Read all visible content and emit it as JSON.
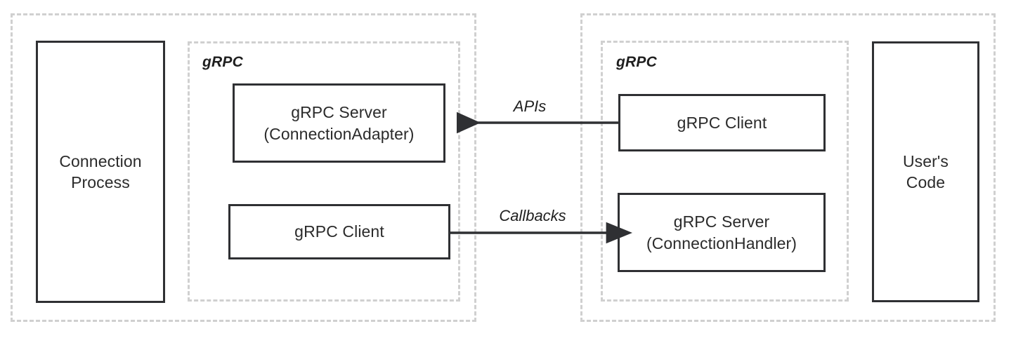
{
  "diagram": {
    "left_zone": {
      "name": "connection-process-zone",
      "inner_zone_label": "gRPC",
      "nodes": {
        "process": "Connection\nProcess",
        "server": "gRPC Server\n(ConnectionAdapter)",
        "client": "gRPC Client"
      }
    },
    "right_zone": {
      "name": "user-code-zone",
      "inner_zone_label": "gRPC",
      "nodes": {
        "client": "gRPC Client",
        "server": "gRPC Server\n(ConnectionHandler)",
        "user_code": "User's\nCode"
      }
    },
    "edges": [
      {
        "id": "apis",
        "label": "APIs",
        "from": "right gRPC Client",
        "to": "left gRPC Server (ConnectionAdapter)",
        "direction": "right-to-left"
      },
      {
        "id": "callbacks",
        "label": "Callbacks",
        "from": "left gRPC Client",
        "to": "right gRPC Server (ConnectionHandler)",
        "direction": "left-to-right"
      }
    ],
    "colors": {
      "node_border": "#2f3033",
      "dashed_border": "#d0d0d0",
      "arrow": "#2f3033",
      "text": "#2b2b2b",
      "background": "#ffffff"
    }
  }
}
